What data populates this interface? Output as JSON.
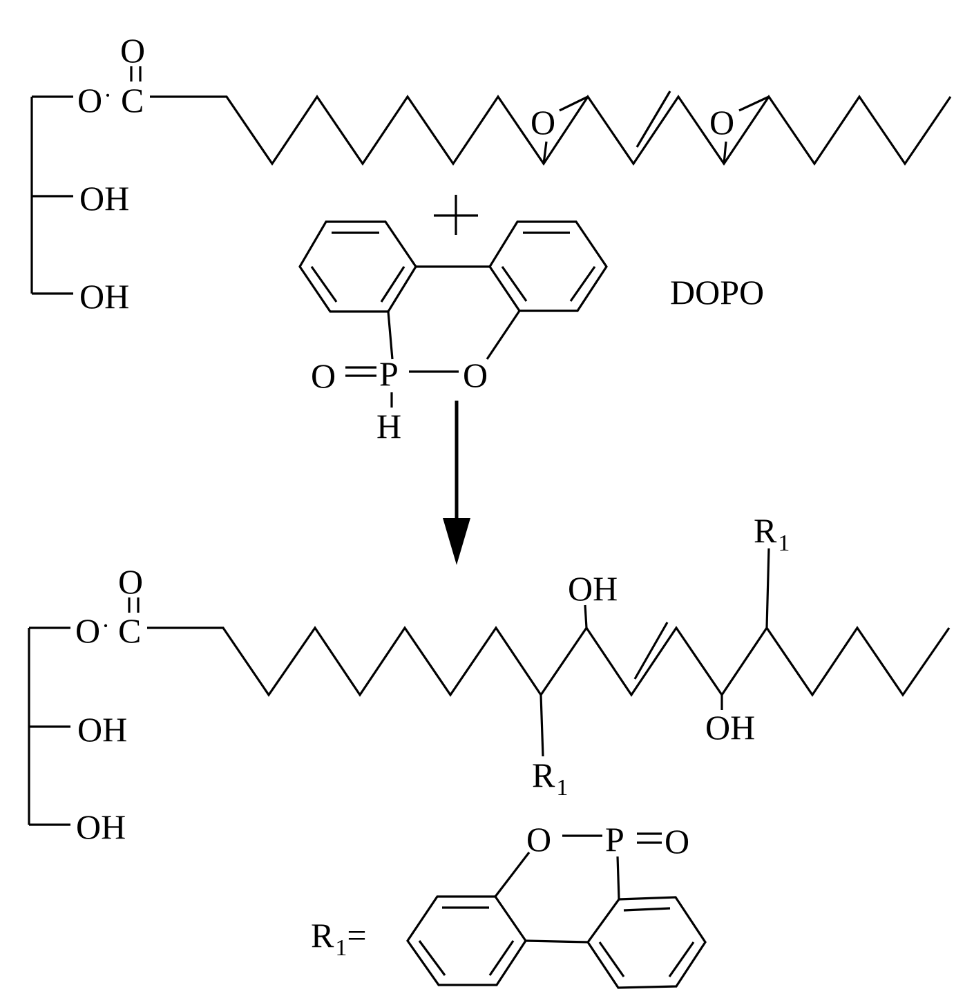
{
  "reactant": {
    "ester_O": "O",
    "carbonyl_O": "O",
    "carbonyl_C": "C",
    "dot": "·",
    "epoxide_O_1": "O",
    "epoxide_O_2": "O",
    "hydroxyl_1": "OH",
    "hydroxyl_2": "OH"
  },
  "plus_sign": "+",
  "dopo": {
    "name": "DOPO",
    "oxo": "O",
    "phosphorus": "P",
    "ring_O": "O",
    "hydrogen": "H"
  },
  "product": {
    "ester_O": "O",
    "carbonyl_O": "O",
    "carbonyl_C": "C",
    "dot": "·",
    "hydroxyl_top": "OH",
    "hydroxyl_bottom": "OH",
    "r_top": "R",
    "r_top_sub": "1",
    "r_bottom": "R",
    "r_bottom_sub": "1",
    "glycerol_OH_1": "OH",
    "glycerol_OH_2": "OH"
  },
  "r1_definition": {
    "r": "R",
    "sub": "1",
    "equals": "=",
    "ring_O": "O",
    "phosphorus": "P",
    "oxo": "O"
  }
}
